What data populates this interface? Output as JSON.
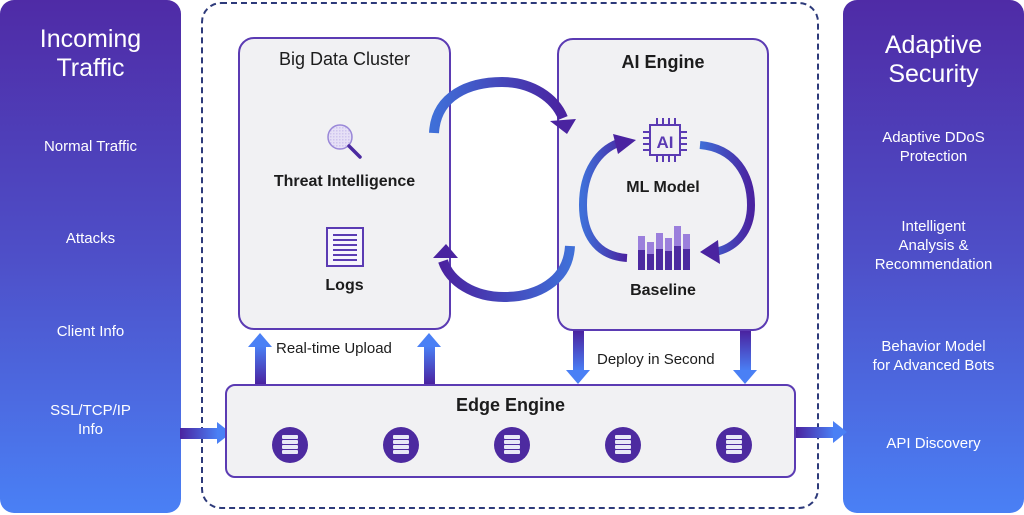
{
  "incoming": {
    "title_line1": "Incoming",
    "title_line2": "Traffic",
    "items": [
      "Normal Traffic",
      "Attacks",
      "Client Info",
      "SSL/TCP/IP",
      "Info"
    ]
  },
  "adaptive": {
    "title_line1": "Adaptive",
    "title_line2": "Security",
    "items": [
      [
        "Adaptive DDoS",
        "Protection"
      ],
      [
        "Intelligent",
        "Analysis &",
        "Recommendation"
      ],
      [
        "Behavior Model",
        "for Advanced Bots"
      ],
      [
        "API Discovery"
      ]
    ]
  },
  "big_data_cluster": {
    "title": "Big Data Cluster",
    "threat_intelligence": "Threat Intelligence",
    "logs": "Logs"
  },
  "ai_engine": {
    "title": "AI Engine",
    "ml_model": "ML Model",
    "chip_label": "AI",
    "baseline": "Baseline"
  },
  "edge_engine": {
    "title": "Edge Engine",
    "server_count": 5
  },
  "flows": {
    "upload": "Real-time Upload",
    "deploy": "Deploy in Second"
  },
  "colors": {
    "purple": "#4f2ba6",
    "blue": "#4a80f5",
    "border": "#5b3bb3",
    "box_bg": "#f1f1f3"
  }
}
